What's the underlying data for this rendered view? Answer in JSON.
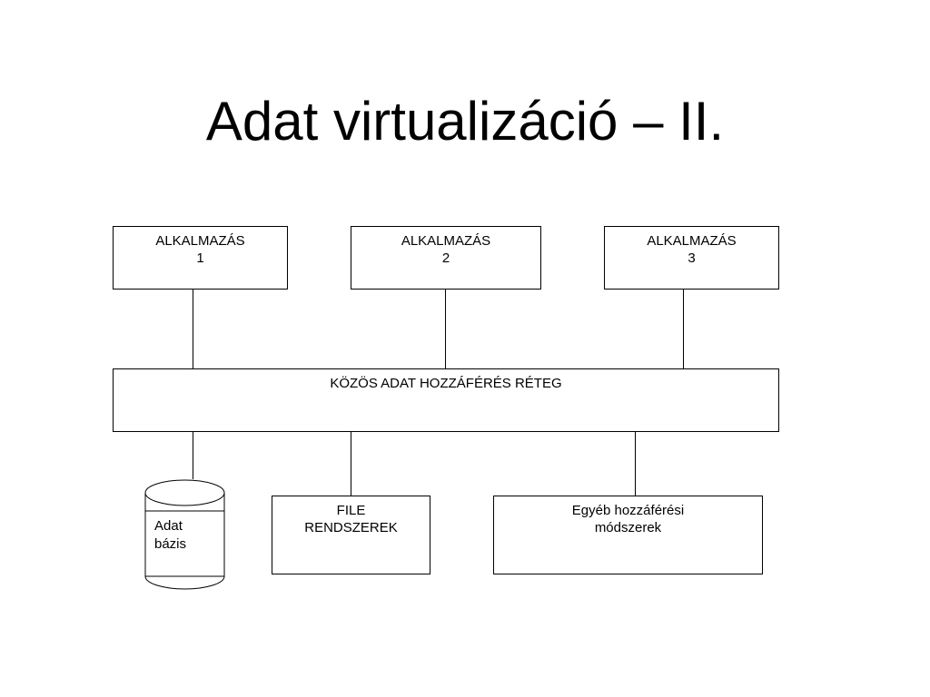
{
  "slide": {
    "title": "Adat virtualizáció – II."
  },
  "apps": [
    {
      "line1": "ALKALMAZÁS",
      "line2": "1"
    },
    {
      "line1": "ALKALMAZÁS",
      "line2": "2"
    },
    {
      "line1": "ALKALMAZÁS",
      "line2": "3"
    }
  ],
  "layer": {
    "label": "KÖZÖS ADAT HOZZÁFÉRÉS RÉTEG"
  },
  "database": {
    "line1": "Adat",
    "line2": "bázis"
  },
  "filesystems": {
    "line1": "FILE",
    "line2": "RENDSZEREK"
  },
  "other": {
    "line1": "Egyéb hozzáférési",
    "line2": "módszerek"
  }
}
